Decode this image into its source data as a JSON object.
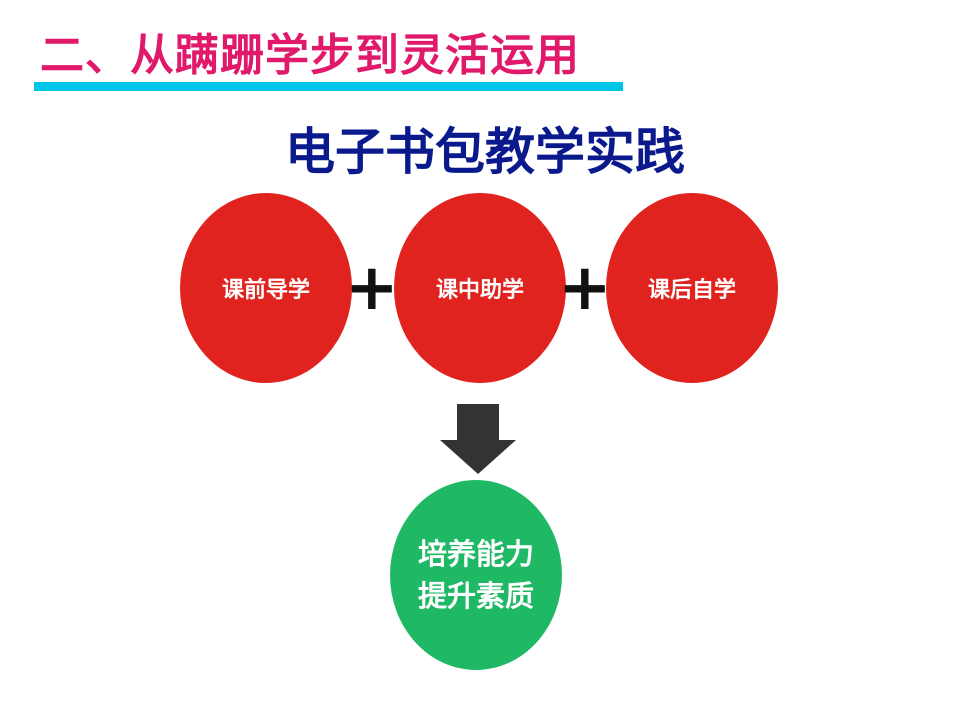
{
  "header": {
    "title": "二、从蹒跚学步到灵活运用",
    "subtitle": "电子书包教学实践"
  },
  "stages": [
    "课前导学",
    "课中助学",
    "课后自学"
  ],
  "operator": "+",
  "result": {
    "line1": "培养能力",
    "line2": "提升素质"
  },
  "colors": {
    "title": "#e0196a",
    "underline": "#00c3e8",
    "subtitle": "#0a1a8c",
    "stage": "#e0231e",
    "result": "#1fb865",
    "arrow": "#333333"
  }
}
